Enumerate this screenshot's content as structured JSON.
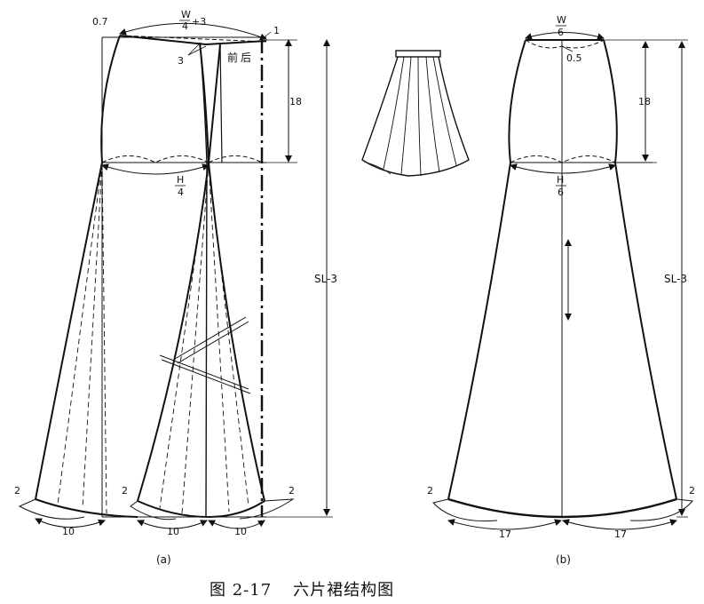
{
  "figure": {
    "caption_number": "图 2-17",
    "caption_title": "六片裙结构图"
  },
  "panel_a": {
    "label": "(a)",
    "waist_formula": {
      "numer": "W",
      "denom": "4",
      "suffix": "+3"
    },
    "hip_formula": {
      "numer": "H",
      "denom": "4"
    },
    "dim_07": "0.7",
    "dim_1": "1",
    "dim_3": "3",
    "label_front": "前",
    "label_back": "后",
    "hip_depth": "18",
    "skirt_length": "SL-3",
    "hem_rise_left": "2",
    "hem_rise_mid": "2",
    "hem_rise_right": "2",
    "hem_left": "10",
    "hem_mid": "10",
    "hem_right": "10"
  },
  "panel_b": {
    "label": "(b)",
    "waist_formula": {
      "numer": "W",
      "denom": "6"
    },
    "hip_formula": {
      "numer": "H",
      "denom": "6"
    },
    "dim_05": "0.5",
    "hip_depth": "18",
    "skirt_length": "SL-3",
    "hem_rise_left": "2",
    "hem_rise_right": "2",
    "hem_left": "17",
    "hem_right": "17"
  }
}
